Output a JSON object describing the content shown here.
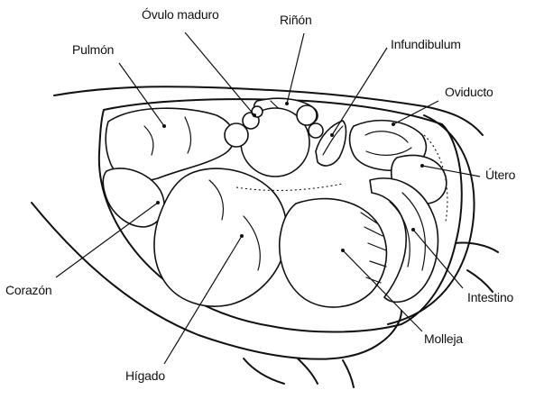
{
  "labels": {
    "ovulo_maduro": "Óvulo maduro",
    "rinon": "Riñón",
    "pulmon": "Pulmón",
    "infundibulum": "Infundibulum",
    "oviducto": "Oviducto",
    "utero": "Útero",
    "corazon": "Corazón",
    "intestino": "Intestino",
    "molleja": "Molleja",
    "higado": "Hígado"
  }
}
